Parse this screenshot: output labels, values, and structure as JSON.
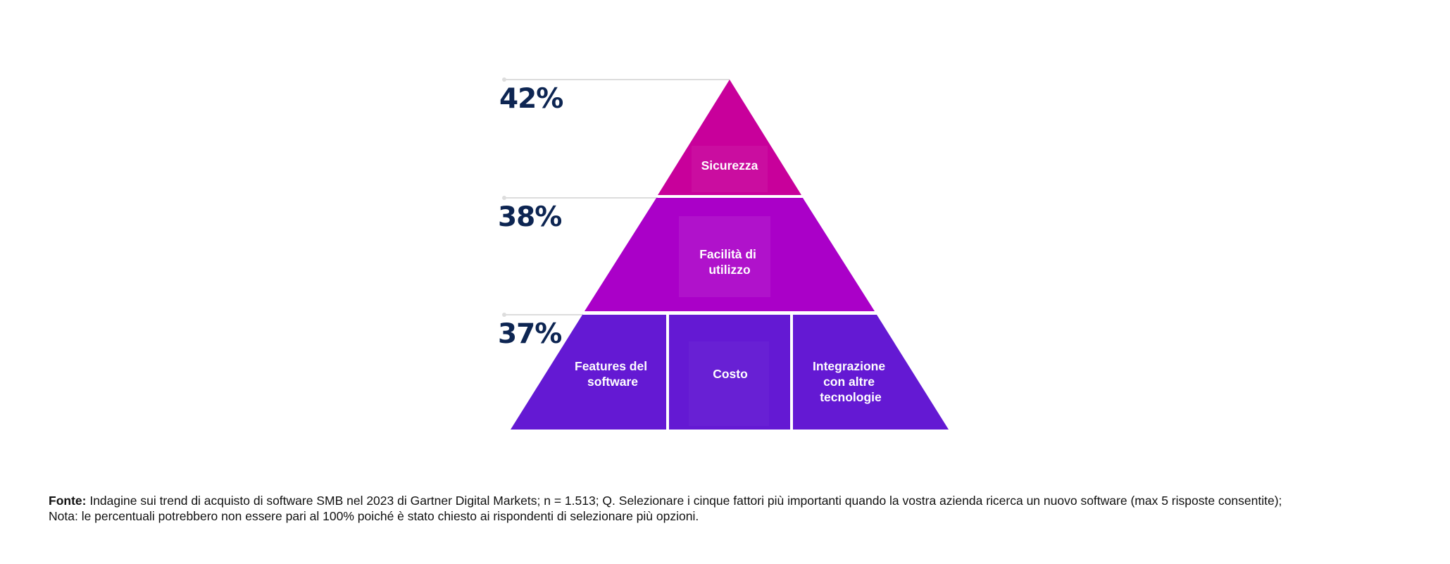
{
  "colors": {
    "top_tier": "#c8009b",
    "middle_tier": "#aa00c8",
    "bottom_tier": "#6419d3",
    "percent_text": "#0d2552",
    "guide_line": "#dddddd"
  },
  "tiers": [
    {
      "percent": "42%",
      "segments": [
        {
          "label_lines": [
            "Sicurezza"
          ]
        }
      ]
    },
    {
      "percent": "38%",
      "segments": [
        {
          "label_lines": [
            "Facilità di",
            "utilizzo"
          ]
        }
      ]
    },
    {
      "percent": "37%",
      "segments": [
        {
          "label_lines": [
            "Features del",
            "software"
          ]
        },
        {
          "label_lines": [
            "Costo"
          ]
        },
        {
          "label_lines": [
            "Integrazione",
            "con altre",
            "tecnologie"
          ]
        }
      ]
    }
  ],
  "footnote": {
    "lead": "Fonte:",
    "line1": " Indagine sui trend di acquisto di software SMB nel 2023 di Gartner Digital Markets; n = 1.513; Q. Selezionare i cinque fattori più importanti quando la vostra azienda ricerca un nuovo software (max 5 risposte consentite);",
    "line2": "Nota: le percentuali potrebbero non essere pari al 100% poiché è stato chiesto ai rispondenti di selezionare più opzioni."
  }
}
